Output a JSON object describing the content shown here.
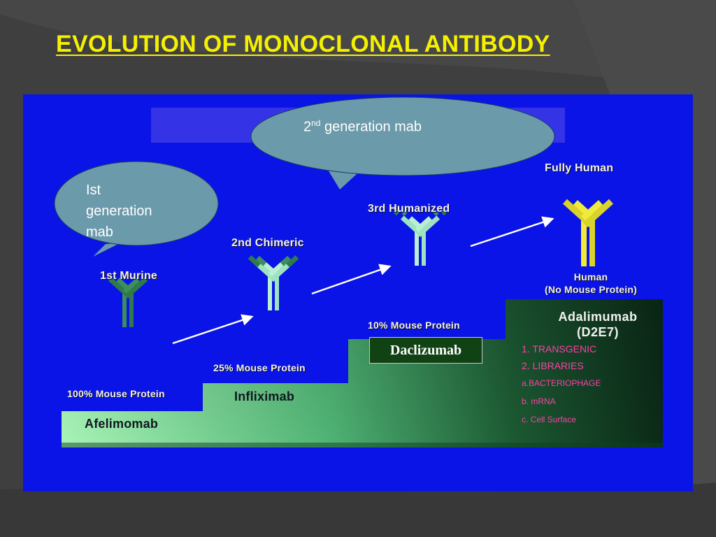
{
  "slide": {
    "title": "EVOLUTION OF MONOCLONAL ANTIBODY"
  },
  "bubbles": {
    "first_line1": "Ist",
    "first_line2": "generation",
    "first_line3": "mab",
    "second_prefix": "2",
    "second_sup": "nd",
    "second_suffix": " generation mab"
  },
  "generations": {
    "murine": {
      "title": "1st Murine",
      "protein": "100% Mouse Protein",
      "drug": "Afelimomab"
    },
    "chimeric": {
      "title": "2nd Chimeric",
      "protein": "25% Mouse Protein",
      "drug": "Infliximab"
    },
    "humanized": {
      "title": "3rd Humanized",
      "protein": "10% Mouse Protein",
      "drug": "Daclizumab"
    },
    "human": {
      "title": "Fully Human",
      "protein_line1": "Human",
      "protein_line2": "(No Mouse Protein)",
      "drug_line1": "Adalimumab",
      "drug_line2": "(D2E7)"
    }
  },
  "methods": {
    "item1": "1. TRANSGENIC",
    "item2": "2. LIBRARIES",
    "sub_a": "a.BACTERIOPHAGE",
    "sub_b": "b. mRNA",
    "sub_c": "c. Cell Surface"
  },
  "colors": {
    "title_yellow": "#f5f000",
    "panel_blue": "#0a14e6",
    "bubble_fill": "#6b9aaa",
    "murine_antibody": "#3d8f5a",
    "human_antibody": "#f0ea3a",
    "method_text": "#ff3fa8"
  }
}
